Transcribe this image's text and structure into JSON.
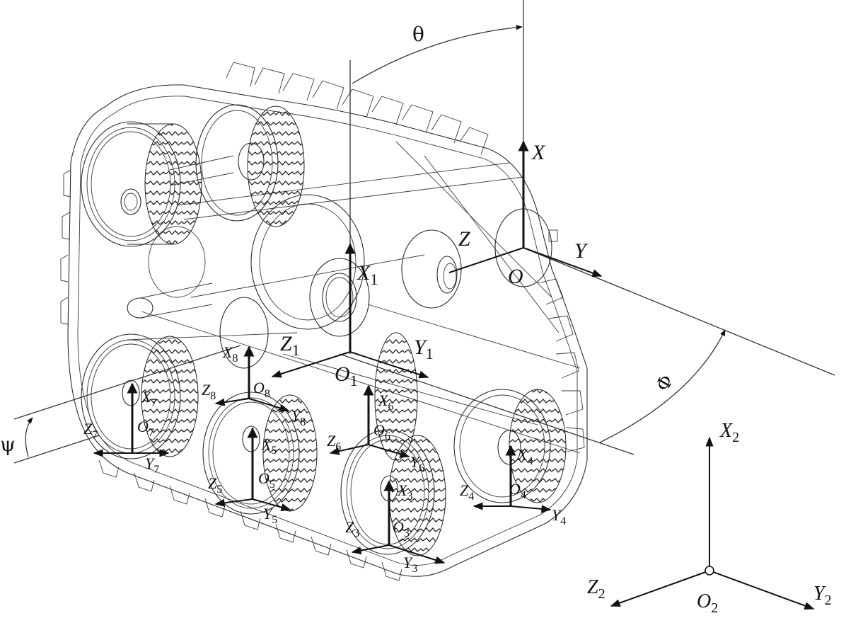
{
  "figure": {
    "angles": {
      "theta": "θ",
      "phi": "Φ",
      "psi": "ψ"
    },
    "frames": [
      {
        "id": "O",
        "origin": "O",
        "x": "X",
        "y": "Y",
        "z": "Z",
        "sub": ""
      },
      {
        "id": "O1",
        "origin": "O",
        "x": "X",
        "y": "Y",
        "z": "Z",
        "sub": "1"
      },
      {
        "id": "O2",
        "origin": "O",
        "x": "X",
        "y": "Y",
        "z": "Z",
        "sub": "2"
      },
      {
        "id": "O3",
        "origin": "O",
        "x": "X",
        "y": "Y",
        "z": "Z",
        "sub": "3"
      },
      {
        "id": "O4",
        "origin": "O",
        "x": "X",
        "y": "Y",
        "z": "Z",
        "sub": "4"
      },
      {
        "id": "O5",
        "origin": "O",
        "x": "X",
        "y": "Y",
        "z": "Z",
        "sub": "5"
      },
      {
        "id": "O6",
        "origin": "O",
        "x": "X",
        "y": "Y",
        "z": "Z",
        "sub": "6"
      },
      {
        "id": "O7",
        "origin": "O",
        "x": "X",
        "y": "Y",
        "z": "Z",
        "sub": "7"
      },
      {
        "id": "O8",
        "origin": "O",
        "x": "X",
        "y": "Y",
        "z": "Z",
        "sub": "8"
      }
    ]
  },
  "colors": {
    "line": "#2a2a2a",
    "axis": "#111111",
    "background": "#ffffff"
  }
}
